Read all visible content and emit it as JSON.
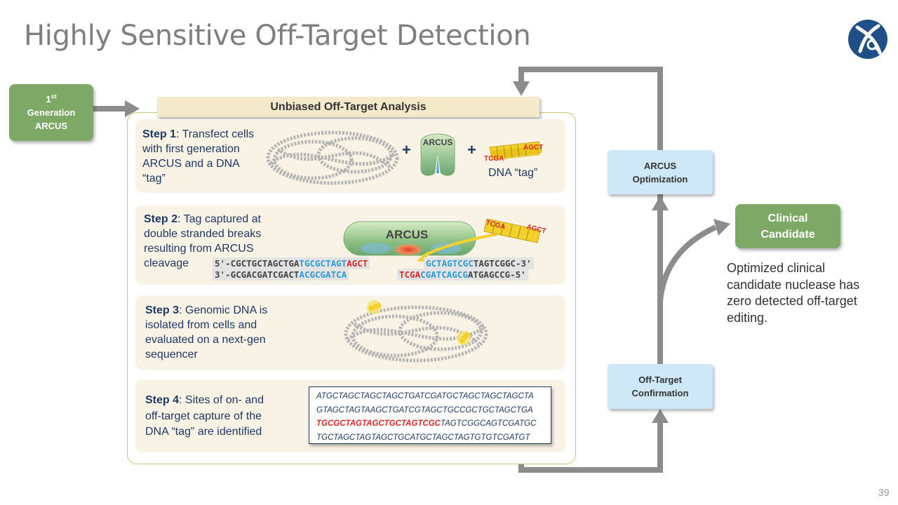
{
  "title": "Highly Sensitive Off-Target Detection",
  "page_number": "39",
  "gen_box": {
    "sup": "st",
    "num": "1",
    "line2": "Generation",
    "line3": "ARCUS"
  },
  "analysis_header": "Unbiased Off-Target Analysis",
  "steps": [
    {
      "label": "Step 1",
      "text_lines": [
        ": Transfect cells",
        "with first generation",
        "ARCUS and a DNA",
        "“tag”"
      ]
    },
    {
      "label": "Step 2",
      "text_lines": [
        ": Tag captured at",
        "double stranded breaks",
        "resulting from ARCUS",
        "cleavage"
      ]
    },
    {
      "label": "Step 3",
      "text_lines": [
        ": Genomic DNA is",
        "isolated from cells and",
        "evaluated on a next-gen",
        "sequencer"
      ]
    },
    {
      "label": "Step 4",
      "text_lines": [
        ": Sites of on- and",
        "off-target capture of the",
        "DNA “tag” are identified"
      ]
    }
  ],
  "step1_graphic": {
    "plus": "+",
    "arcus_label": "ARCUS",
    "tag_left": "TCGA",
    "tag_right": "AGCT",
    "tag_caption": "DNA “tag”"
  },
  "step2_graphic": {
    "arcus_label": "ARCUS",
    "tag_left": "TCGA",
    "tag_right": "AGCT",
    "top_left": {
      "a": "5'-CGCTGCTAGCTGA",
      "b": "TGCGCTAGT",
      "c": "AGCT"
    },
    "top_right": {
      "a": "GCTAGTCGC",
      "b": "TAGTCGGC-3'"
    },
    "bottom_left": {
      "a": "3'-GCGACGATCGACT",
      "b": "ACGCGATCA"
    },
    "bottom_right": {
      "a": "TCGA",
      "b": "CGATCAGCG",
      "c": "ATGAGCCG-5'"
    }
  },
  "sequence_lines": [
    {
      "plain": "ATGCTAGCTAGCTAGCTGATCGATGCTAGCTAGCTAGCTA",
      "red": ""
    },
    {
      "plain": "GTAGCTAGTAAGCTGATCGTAGCTGCCGCTGCTAGCTGA",
      "red": ""
    },
    {
      "red": "TGCGCTAGTAGCTGCTAGTCGC",
      "plain": "TAGTCGGCAGTCGATGC"
    },
    {
      "plain": "TGCTAGCTAGTAGCTGCATGCTAGCTAGTGTGTCGATGT",
      "red": ""
    }
  ],
  "opt_box": {
    "line1": "ARCUS",
    "line2": "Optimization"
  },
  "conf_box": {
    "line1": "Off-Target",
    "line2": "Confirmation"
  },
  "clin_box": {
    "line1": "Clinical",
    "line2": "Candidate"
  },
  "clin_text_lines": [
    "Optimized clinical",
    "candidate nuclease has",
    "zero detected off-target",
    "editing."
  ],
  "colors": {
    "green": "#7ea865",
    "light_blue": "#cfe8f7",
    "panel": "#f8f3e4",
    "navy": "#1f3864",
    "arrow": "#8c8c8c"
  }
}
